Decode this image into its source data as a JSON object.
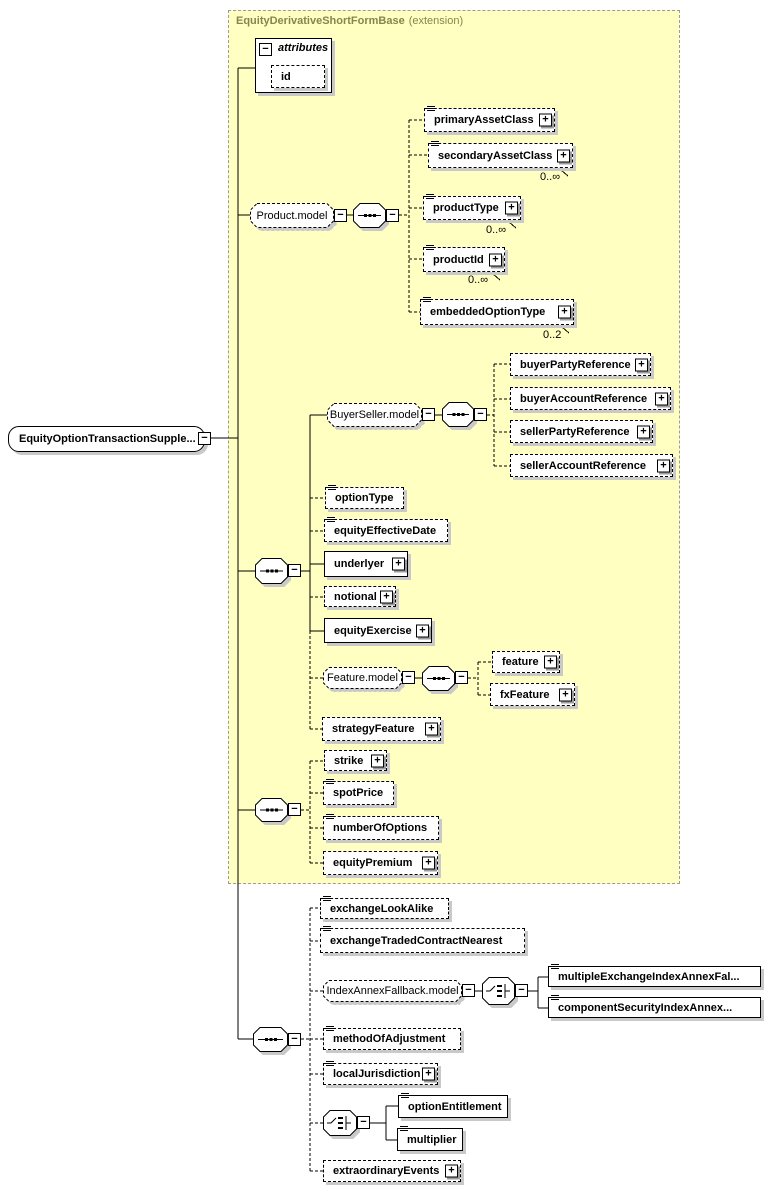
{
  "colors": {
    "container_bg": "#ffffc2",
    "container_border": "#9b9b9b",
    "header_text": "#85854e",
    "shadow": "#c9c9c9"
  },
  "toggles": {
    "collapse": "−",
    "expand": "+"
  },
  "header": {
    "title": "EquityDerivativeShortFormBase",
    "suffix": "(extension)"
  },
  "root": {
    "label": "EquityOptionTransactionSupple..."
  },
  "attributes": {
    "title": "attributes",
    "items": [
      {
        "label": "id"
      }
    ]
  },
  "groups": {
    "product": {
      "label": "Product.model"
    },
    "buyerSeller": {
      "label": "BuyerSeller.model"
    },
    "feature": {
      "label": "Feature.model"
    },
    "indexAnnexFallback": {
      "label": "IndexAnnexFallback.model"
    }
  },
  "elements": {
    "primaryAssetClass": {
      "label": "primaryAssetClass"
    },
    "secondaryAssetClass": {
      "label": "secondaryAssetClass",
      "occurs": "0..∞"
    },
    "productType": {
      "label": "productType",
      "occurs": "0..∞"
    },
    "productId": {
      "label": "productId",
      "occurs": "0..∞"
    },
    "embeddedOptionType": {
      "label": "embeddedOptionType",
      "occurs": "0..2"
    },
    "buyerPartyReference": {
      "label": "buyerPartyReference"
    },
    "buyerAccountReference": {
      "label": "buyerAccountReference"
    },
    "sellerPartyReference": {
      "label": "sellerPartyReference"
    },
    "sellerAccountReference": {
      "label": "sellerAccountReference"
    },
    "optionType": {
      "label": "optionType"
    },
    "equityEffectiveDate": {
      "label": "equityEffectiveDate"
    },
    "underlyer": {
      "label": "underlyer"
    },
    "notional": {
      "label": "notional"
    },
    "equityExercise": {
      "label": "equityExercise"
    },
    "feature": {
      "label": "feature"
    },
    "fxFeature": {
      "label": "fxFeature"
    },
    "strategyFeature": {
      "label": "strategyFeature"
    },
    "strike": {
      "label": "strike"
    },
    "spotPrice": {
      "label": "spotPrice"
    },
    "numberOfOptions": {
      "label": "numberOfOptions"
    },
    "equityPremium": {
      "label": "equityPremium"
    },
    "exchangeLookAlike": {
      "label": "exchangeLookAlike"
    },
    "exchangeTradedContractNearest": {
      "label": "exchangeTradedContractNearest"
    },
    "multipleExchangeIndexAnnexFal": {
      "label": "multipleExchangeIndexAnnexFal..."
    },
    "componentSecurityIndexAnnex": {
      "label": "componentSecurityIndexAnnex..."
    },
    "methodOfAdjustment": {
      "label": "methodOfAdjustment"
    },
    "localJurisdiction": {
      "label": "localJurisdiction"
    },
    "optionEntitlement": {
      "label": "optionEntitlement"
    },
    "multiplier": {
      "label": "multiplier"
    },
    "extraordinaryEvents": {
      "label": "extraordinaryEvents"
    }
  }
}
